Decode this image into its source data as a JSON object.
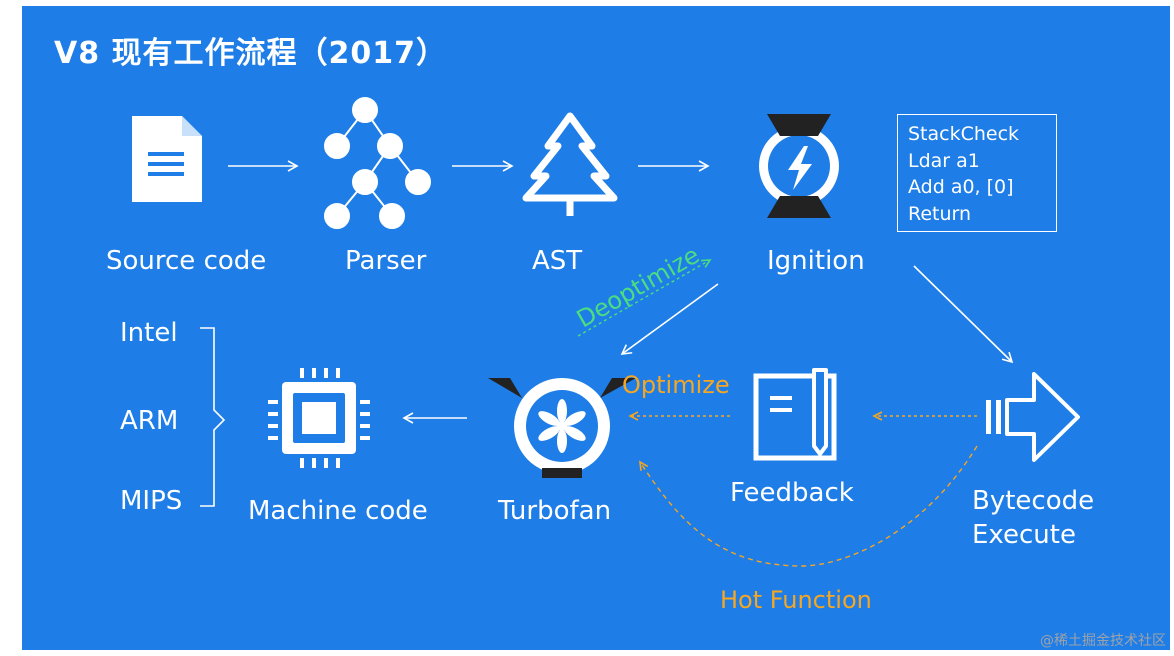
{
  "title": "V8 现有工作流程（2017）",
  "nodes": {
    "source_code": "Source code",
    "parser": "Parser",
    "ast": "AST",
    "ignition": "Ignition",
    "machine_code": "Machine code",
    "turbofan": "Turbofan",
    "feedback": "Feedback",
    "bytecode_line1": "Bytecode",
    "bytecode_line2": "Execute"
  },
  "bytecode_listing": [
    "StackCheck",
    "Ldar a1",
    "Add a0, [0]",
    "Return"
  ],
  "architectures": [
    "Intel",
    "ARM",
    "MIPS"
  ],
  "edge_labels": {
    "deoptimize": "Deoptimize",
    "optimize": "Optimize",
    "hot_function": "Hot Function"
  },
  "watermark": "@稀土掘金技术社区",
  "colors": {
    "background": "#1e7de6",
    "foreground": "#ffffff",
    "deoptimize": "#4ade80",
    "optimize": "#f5a623"
  }
}
